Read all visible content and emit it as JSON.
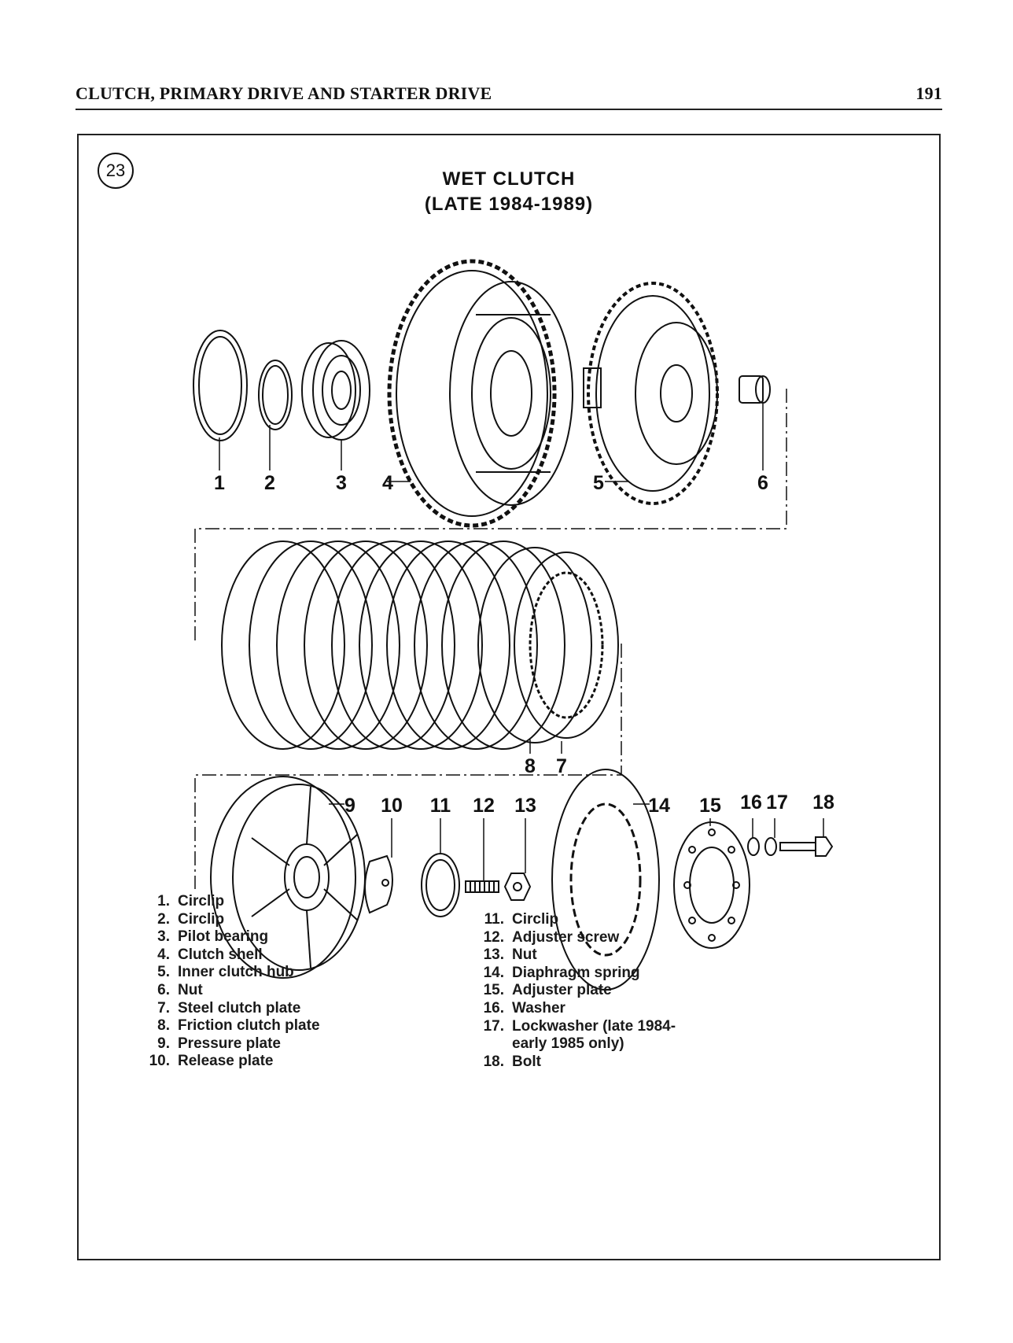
{
  "header": {
    "chapter_title": "CLUTCH, PRIMARY DRIVE AND STARTER DRIVE",
    "page_number": "191"
  },
  "figure": {
    "number": "23",
    "title_line1": "WET CLUTCH",
    "title_line2": "(LATE 1984-1989)",
    "callouts": [
      "1",
      "2",
      "3",
      "4",
      "5",
      "6",
      "7",
      "8",
      "9",
      "10",
      "11",
      "12",
      "13",
      "14",
      "15",
      "16",
      "17",
      "18"
    ]
  },
  "legend": {
    "col1": [
      {
        "num": "1.",
        "text": "Circlip"
      },
      {
        "num": "2.",
        "text": "Circlip"
      },
      {
        "num": "3.",
        "text": "Pilot bearing"
      },
      {
        "num": "4.",
        "text": "Clutch shell"
      },
      {
        "num": "5.",
        "text": "Inner clutch hub"
      },
      {
        "num": "6.",
        "text": "Nut"
      },
      {
        "num": "7.",
        "text": "Steel clutch plate"
      },
      {
        "num": "8.",
        "text": "Friction clutch plate"
      },
      {
        "num": "9.",
        "text": "Pressure plate"
      },
      {
        "num": "10.",
        "text": "Release plate"
      }
    ],
    "col2": [
      {
        "num": "11.",
        "text": "Circlip"
      },
      {
        "num": "12.",
        "text": "Adjuster screw"
      },
      {
        "num": "13.",
        "text": "Nut"
      },
      {
        "num": "14.",
        "text": "Diaphragm spring"
      },
      {
        "num": "15.",
        "text": "Adjuster plate"
      },
      {
        "num": "16.",
        "text": "Washer"
      },
      {
        "num": "17.",
        "text": "Lockwasher (late 1984-",
        "cont": "early 1985 only)"
      },
      {
        "num": "18.",
        "text": "Bolt"
      }
    ]
  }
}
